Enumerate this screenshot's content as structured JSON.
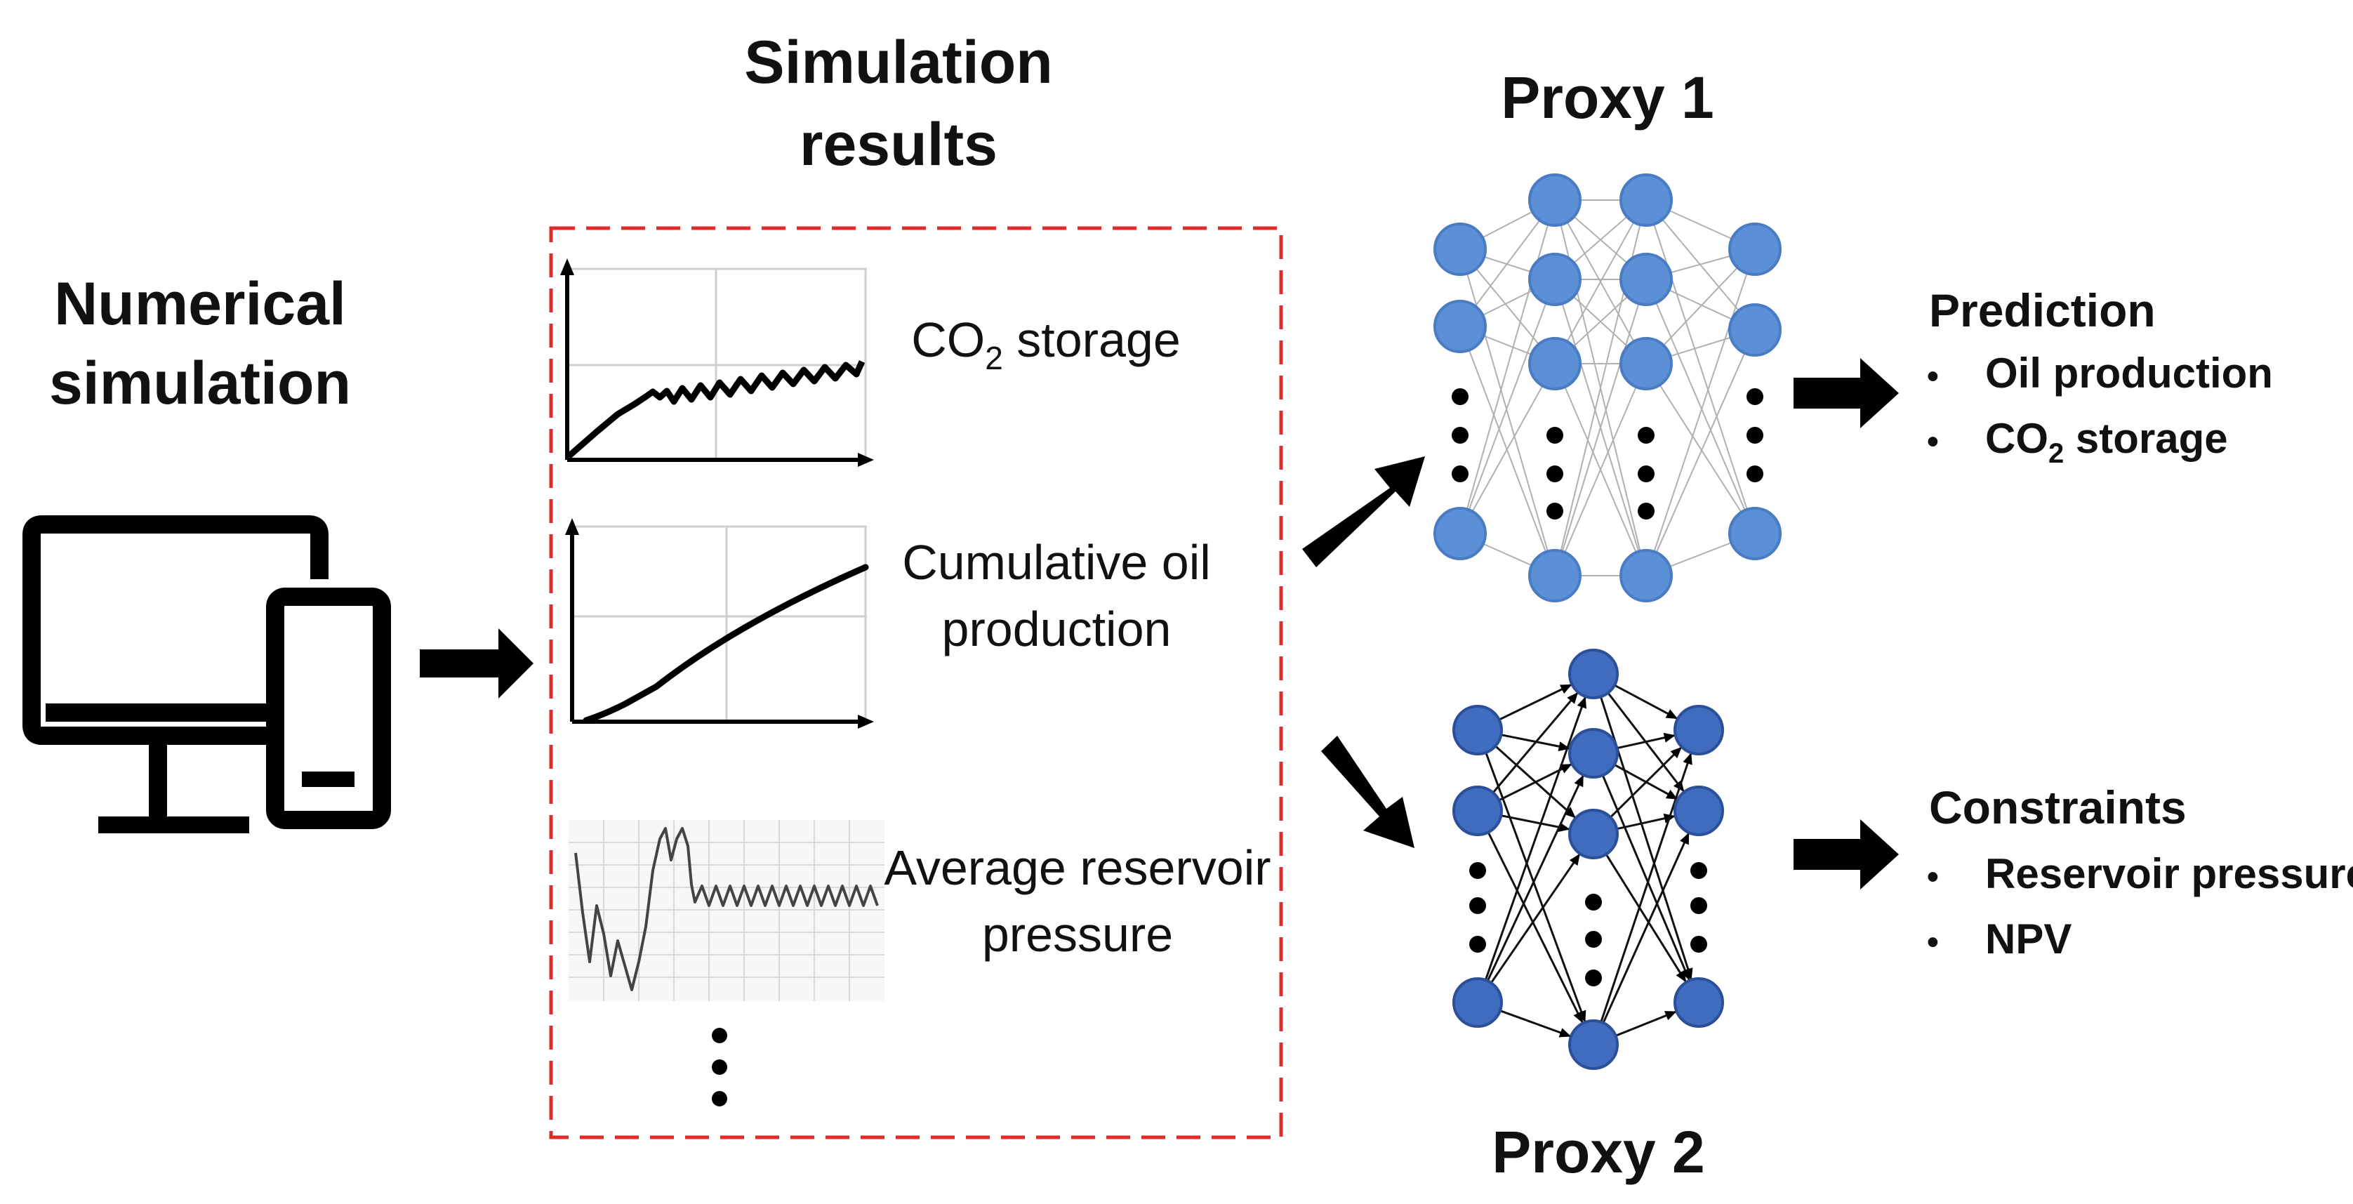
{
  "numerical": {
    "line1": "Numerical",
    "line2": "simulation"
  },
  "results": {
    "line1": "Simulation",
    "line2": "results"
  },
  "items": [
    {
      "text": "CO",
      "sub": "2",
      "text_after": " storage"
    },
    {
      "line1": "Cumulative oil",
      "line2": "production"
    },
    {
      "line1": "Average reservoir",
      "line2": "pressure"
    }
  ],
  "proxy1": {
    "title": "Proxy 1",
    "color": "#5b8fd6",
    "stroke": "#4a7cc4"
  },
  "proxy2": {
    "title": "Proxy 2",
    "color": "#3f6cbf",
    "stroke": "#2b4f99"
  },
  "prediction": {
    "title": "Prediction",
    "bullet_char": "•",
    "b1": "Oil production",
    "b2_pre": "CO",
    "b2_sub": "2",
    "b2_post": " storage"
  },
  "constraints": {
    "title": "Constraints",
    "bullet_char": "•",
    "b1": "Reservoir pressure",
    "b2": "NPV"
  },
  "colors": {
    "dashed_box": "#e02b2b",
    "arrow": "#000000",
    "icon": "#000000"
  }
}
